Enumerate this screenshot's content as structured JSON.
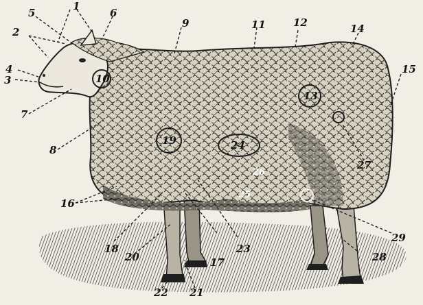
{
  "figure": {
    "description_visible_text_only": true,
    "labels": {
      "l1": "1",
      "l2": "2",
      "l3": "3",
      "l4": "4",
      "l5": "5",
      "l6": "6",
      "l7": "7",
      "l8": "8",
      "l9": "9",
      "l10": "10",
      "l11": "11",
      "l12": "12",
      "l13": "13",
      "l14": "14",
      "l15": "15",
      "l16": "16",
      "l17": "17",
      "l18": "18",
      "l19": "19",
      "l20": "20",
      "l21": "21",
      "l22": "22",
      "l23": "23",
      "l24": "24",
      "l25": "25",
      "l26": "26",
      "l27": "27",
      "l28": "28",
      "l29": "29"
    },
    "colors": {
      "ink": "#141414",
      "paper": "#f1eee6",
      "wool": "#cfc8b8",
      "shadow": "#3a3a3a"
    }
  }
}
